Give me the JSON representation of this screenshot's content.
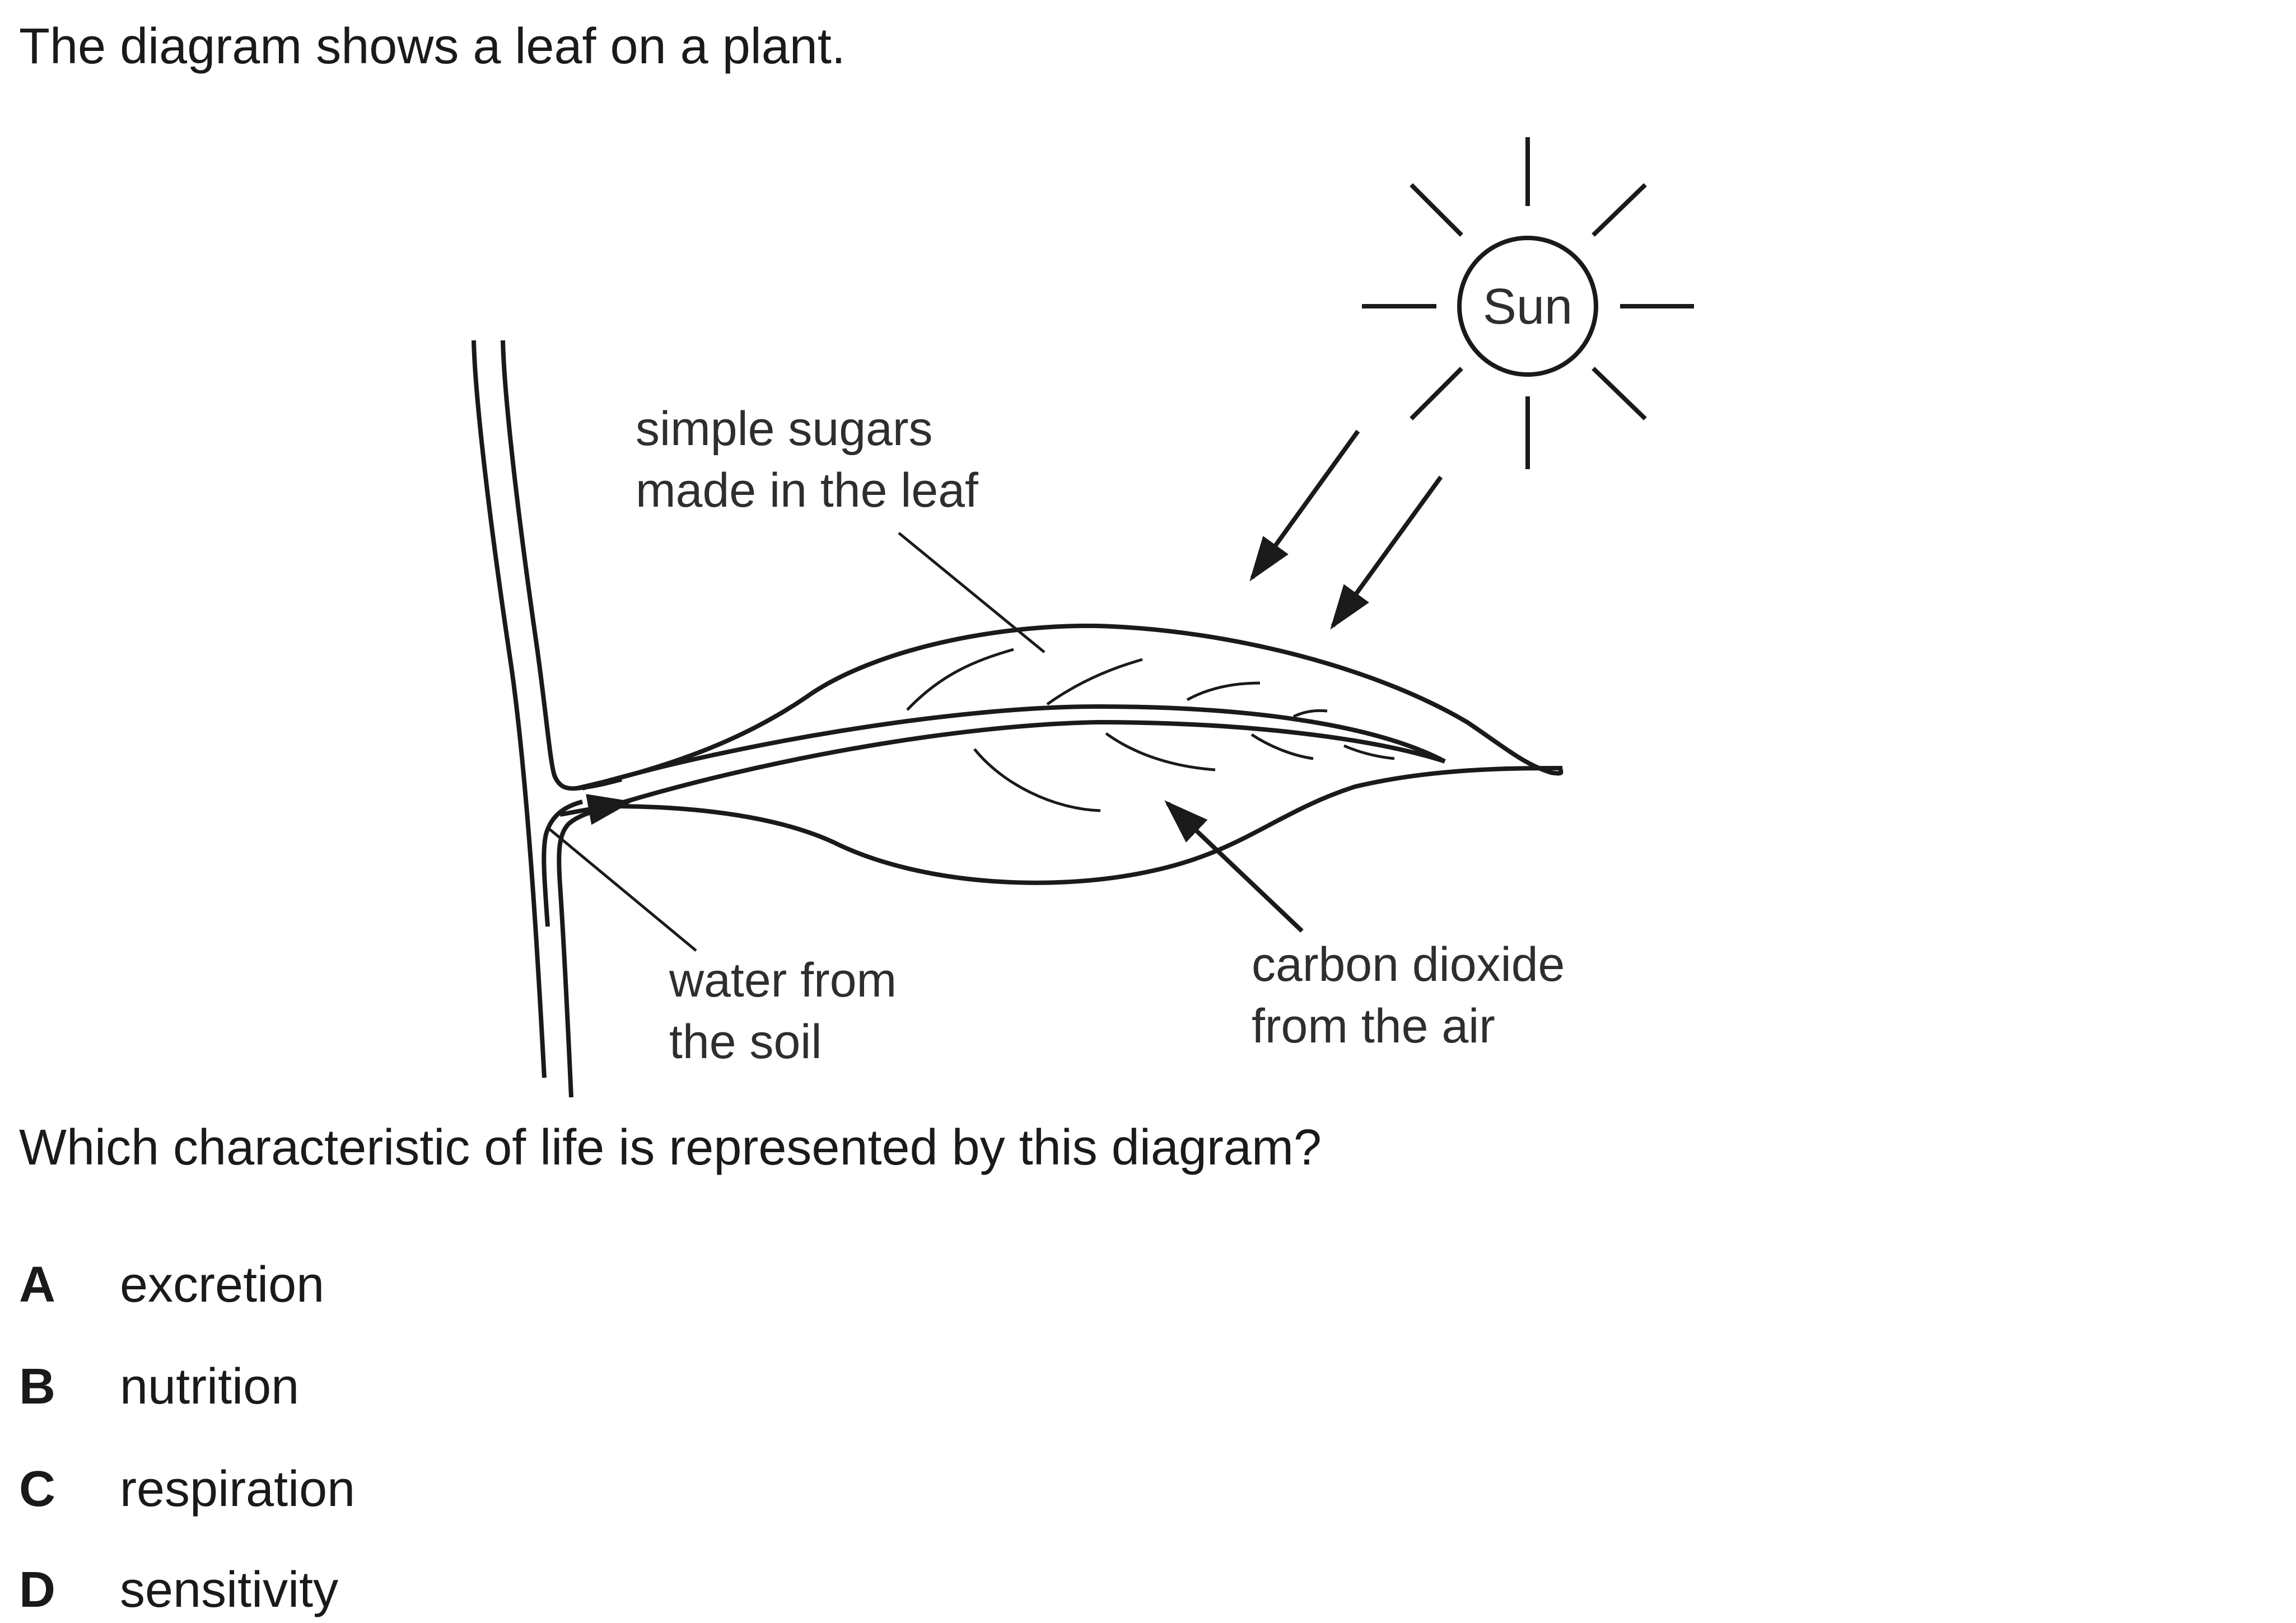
{
  "intro": "The diagram shows a leaf on a plant.",
  "diagram": {
    "sun_label": "Sun",
    "labels": {
      "sugars_line1": "simple sugars",
      "sugars_line2": "made in the leaf",
      "water_line1": "water from",
      "water_line2": "the soil",
      "co2_line1": "carbon dioxide",
      "co2_line2": "from the air"
    }
  },
  "question": "Which characteristic of life is represented by this diagram?",
  "options": [
    {
      "letter": "A",
      "text": "excretion"
    },
    {
      "letter": "B",
      "text": "nutrition"
    },
    {
      "letter": "C",
      "text": "respiration"
    },
    {
      "letter": "D",
      "text": "sensitivity"
    }
  ]
}
